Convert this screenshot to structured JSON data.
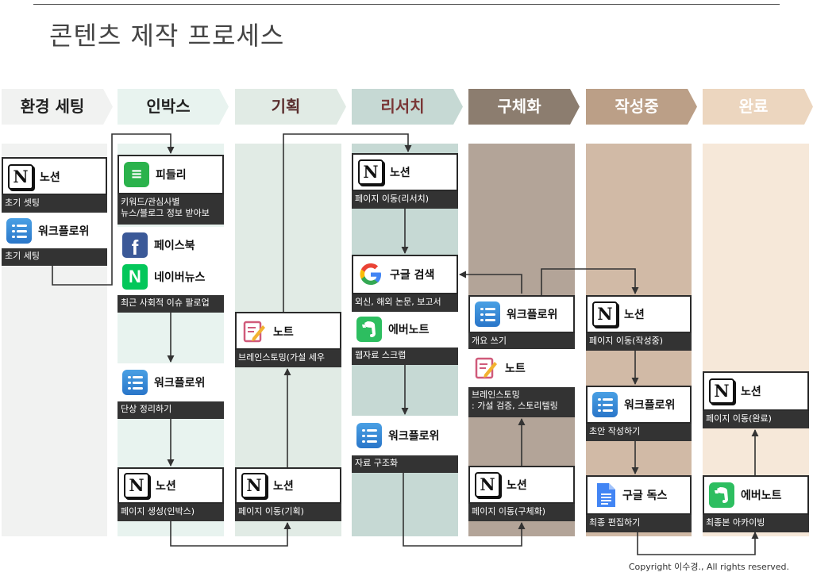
{
  "title": "콘텐츠 제작 프로세스",
  "copyright": "Copyright 이수경., All rights reserved.",
  "colors": {
    "stage_fills": [
      "#f1f2f1",
      "#e8f3ef",
      "#e1ebe5",
      "#c6d9d4",
      "#8c7d6f",
      "#bb9f87",
      "#ecd6bf"
    ],
    "stage_text": [
      "#222222",
      "#222222",
      "#5a2e2e",
      "#7a3636",
      "#ffffff",
      "#ffffff",
      "#ffffff"
    ],
    "column_fills": [
      "#f1f2f1",
      "#e8f3ef",
      "#e1ebe5",
      "#c6d9d4",
      "#b3a498",
      "#d1baa6",
      "#f6e8d9"
    ]
  },
  "stages": [
    "환경 세팅",
    "인박스",
    "기획",
    "리서치",
    "구체화",
    "작성중",
    "완료"
  ],
  "cards": {
    "setup_notion": {
      "name": "노션",
      "icon": "notion-icon",
      "caption": "초기 셋팅"
    },
    "setup_workflowy": {
      "name": "워크플로위",
      "icon": "workflowy-icon",
      "caption": "초기 세팅"
    },
    "inbox_feedly": {
      "name": "피들리",
      "icon": "feedly-icon",
      "caption_lines": [
        "키워드/관심사별",
        "뉴스/블로그 정보 받아보"
      ]
    },
    "inbox_social": {
      "items": [
        {
          "name": "페이스북",
          "icon": "facebook-icon"
        },
        {
          "name": "네이버뉴스",
          "icon": "naver-icon"
        }
      ],
      "caption": "최근 사회적 이슈 팔로업"
    },
    "inbox_workflowy": {
      "name": "워크플로위",
      "icon": "workflowy-icon",
      "caption": "단상 정리하기"
    },
    "inbox_notion": {
      "name": "노션",
      "icon": "notion-icon",
      "caption": "페이지 생성(인박스)"
    },
    "plan_note": {
      "name": "노트",
      "icon": "note-icon",
      "caption": "브레인스토밍(가설 세우"
    },
    "plan_notion": {
      "name": "노션",
      "icon": "notion-icon",
      "caption": "페이지 이동(기획)"
    },
    "research_notion": {
      "name": "노션",
      "icon": "notion-icon",
      "caption": "페이지 이동(리서치)"
    },
    "research_google": {
      "name": "구글 검색",
      "icon": "google-icon",
      "caption": "외신, 해외 논문, 보고서"
    },
    "research_evernote": {
      "name": "에버노트",
      "icon": "evernote-icon",
      "caption": "웹자료 스크랩"
    },
    "research_workflowy": {
      "name": "워크플로위",
      "icon": "workflowy-icon",
      "caption": "자료 구조화"
    },
    "concrete_workflowy": {
      "name": "워크플로위",
      "icon": "workflowy-icon",
      "caption": "개요 쓰기"
    },
    "concrete_note": {
      "name": "노트",
      "icon": "note-icon",
      "caption_lines": [
        "브레인스토밍",
        ": 가설 검증, 스토리텔링"
      ]
    },
    "concrete_notion": {
      "name": "노션",
      "icon": "notion-icon",
      "caption": "페이지 이동(구체화)"
    },
    "writing_notion": {
      "name": "노션",
      "icon": "notion-icon",
      "caption": "페이지 이동(작성중)"
    },
    "writing_workflowy": {
      "name": "워크플로위",
      "icon": "workflowy-icon",
      "caption": "초안 작성하기"
    },
    "writing_gdocs": {
      "name": "구글 독스",
      "icon": "google-docs-icon",
      "caption": "최종 편집하기"
    },
    "done_notion": {
      "name": "노션",
      "icon": "notion-icon",
      "caption": "페이지 이동(완료)"
    },
    "done_evernote": {
      "name": "에버노트",
      "icon": "evernote-icon",
      "caption": "최종본 아카이빙"
    }
  }
}
